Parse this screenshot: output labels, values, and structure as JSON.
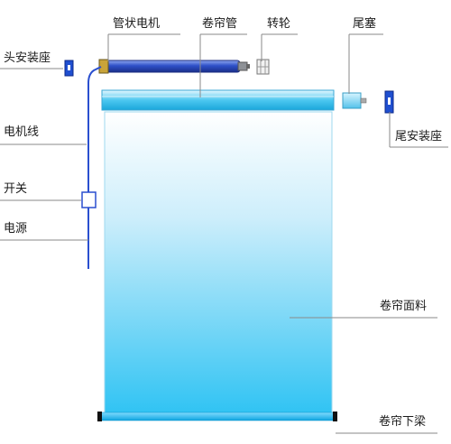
{
  "labels": {
    "head_mount": "头安装座",
    "tube_motor": "管状电机",
    "roller_tube": "卷帘管",
    "wheel": "转轮",
    "end_plug": "尾塞",
    "tail_mount": "尾安装座",
    "motor_wire": "电机线",
    "switch": "开关",
    "power": "电源",
    "fabric": "卷帘面料",
    "bottom_bar": "卷帘下梁"
  }
}
